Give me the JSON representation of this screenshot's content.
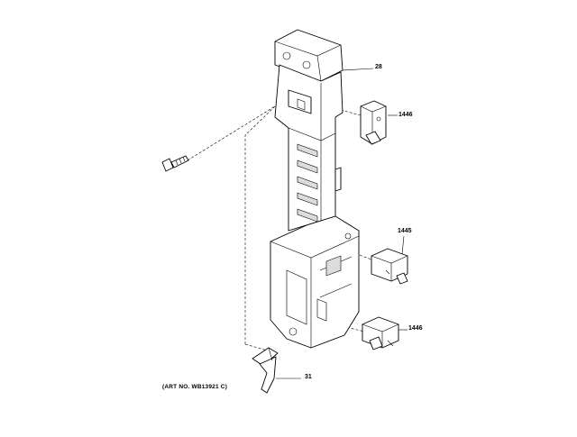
{
  "diagram": {
    "callouts": {
      "bracket": "28",
      "switch_top": "1446",
      "switch_middle": "1445",
      "switch_bottom": "1446",
      "lever": "31"
    },
    "art_number": "(ART NO. WB13921 C)"
  }
}
